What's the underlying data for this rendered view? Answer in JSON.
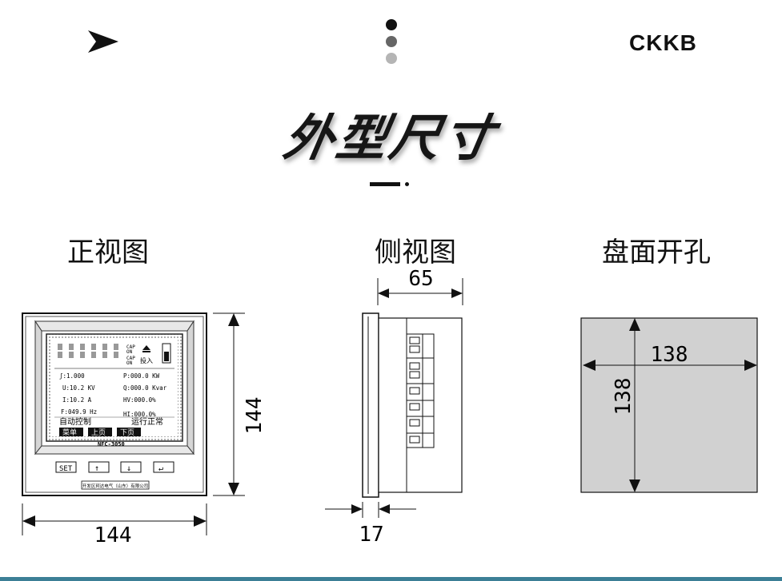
{
  "header": {
    "brand": "CKKB",
    "title": "外型尺寸",
    "colors": {
      "dot1": "#111111",
      "dot2": "#666666",
      "dot3": "#b5b5b5",
      "accent": "#3c7f96"
    }
  },
  "sections": {
    "front": "正视图",
    "side": "侧视图",
    "panel": "盘面开孔"
  },
  "dimensions": {
    "front_width": "144",
    "front_height": "144",
    "side_depth": "65",
    "side_thickness": "17",
    "cutout_width": "138",
    "cutout_height": "138"
  },
  "device": {
    "lcd": {
      "cap_on_1": "CAP",
      "cap_on_1b": "ON",
      "cap_on_2": "CAP",
      "cap_on_2b": "ON",
      "input_label": "投入",
      "pf": "ʃ:1.000",
      "p": "P:000.0 KW",
      "u": "U:10.2 KV",
      "q": "Q:000.0 Kvar",
      "i": "I:10.2  A",
      "hv": "HV:000.0%",
      "f": "F:049.9 Hz",
      "hi": "HI:000.0%",
      "mode": "自动控制",
      "status": "运行正常",
      "btn_menu": "菜单",
      "btn_prev": "上页",
      "btn_next": "下页",
      "model": "NFC-3050"
    },
    "keys": {
      "set": "SET",
      "up": "↑",
      "down": "↓",
      "enter": "↵"
    },
    "maker": "开发区珂达电气（山东）有限公司"
  }
}
